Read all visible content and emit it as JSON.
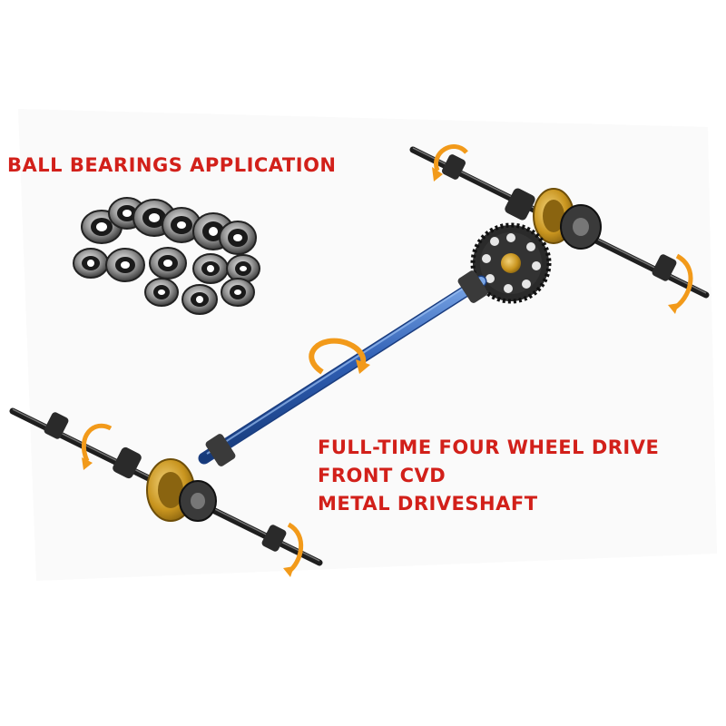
{
  "captions": {
    "top": "BALL BEARINGS APPLICATION",
    "lines": [
      "FULL-TIME FOUR WHEEL DRIVE",
      "FRONT CVD",
      "METAL DRIVESHAFT"
    ]
  },
  "colors": {
    "caption": "#d2201a",
    "shaft": "#2f5fb4",
    "axle": "#1e1e1e",
    "gear_gold": "#c9951f",
    "spur_gear": "#2a2a2a",
    "rotation_arrow": "#f29a1a",
    "bearing": "#3a3a3a"
  },
  "icons": [
    "ball-bearing-icon",
    "rotation-arrow-icon",
    "differential-gear-icon",
    "spur-gear-icon"
  ]
}
